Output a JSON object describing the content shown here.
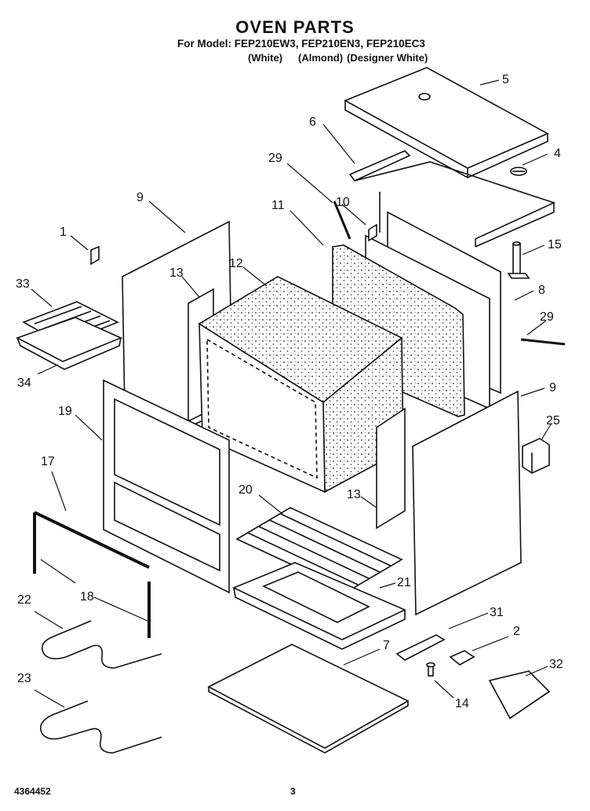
{
  "header": {
    "title": "OVEN PARTS",
    "models_line": "For Model: FEP210EW3, FEP210EN3, FEP210EC3",
    "variants": [
      "(White)",
      "(Almond)",
      "(Designer White)"
    ]
  },
  "footer": {
    "doc_number": "4364452",
    "page_number": "3"
  },
  "callouts": {
    "c1": "1",
    "c2": "2",
    "c4": "4",
    "c5": "5",
    "c6": "6",
    "c7": "7",
    "c8": "8",
    "c9a": "9",
    "c9b": "9",
    "c10": "10",
    "c11": "11",
    "c12": "12",
    "c13a": "13",
    "c13b": "13",
    "c14": "14",
    "c15": "15",
    "c17": "17",
    "c18": "18",
    "c19": "19",
    "c20": "20",
    "c21": "21",
    "c22": "22",
    "c23": "23",
    "c25": "25",
    "c29a": "29",
    "c29b": "29",
    "c31": "31",
    "c32": "32",
    "c33": "33",
    "c34": "34"
  }
}
